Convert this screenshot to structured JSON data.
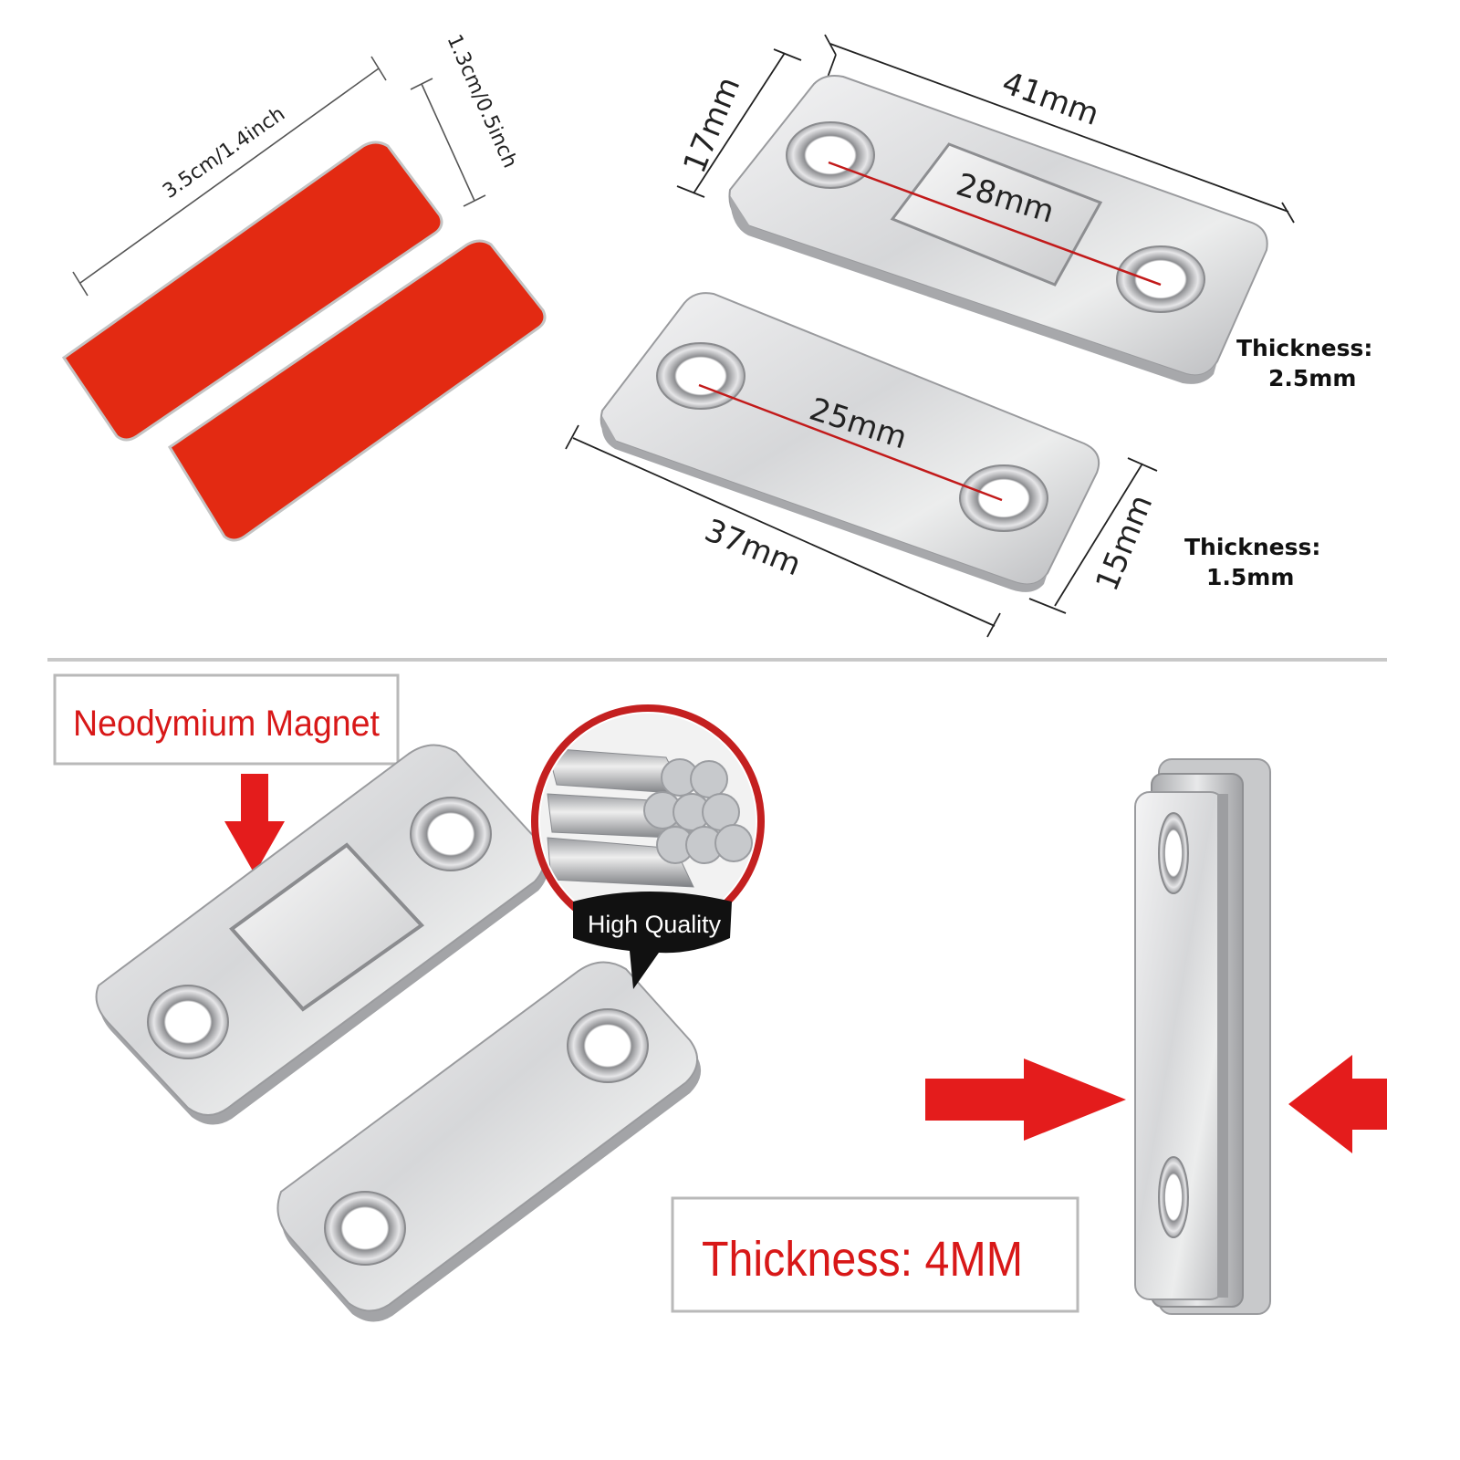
{
  "top_left": {
    "tape_length_label": "3.5cm/1.4inch",
    "tape_width_label": "1.3cm/0.5inch"
  },
  "top_right": {
    "magnet_plate": {
      "length_label": "41mm",
      "width_label": "17mm",
      "hole_spacing_label": "28mm",
      "thickness_title": "Thickness:",
      "thickness_value": "2.5mm"
    },
    "iron_plate": {
      "length_label": "37mm",
      "width_label": "15mm",
      "hole_spacing_label": "25mm",
      "thickness_title": "Thickness:",
      "thickness_value": "1.5mm"
    }
  },
  "bottom": {
    "magnet_label": "Neodymium Magnet",
    "quality_label": "High Quality",
    "total_thickness_label": "Thickness: 4MM"
  },
  "colors": {
    "tape_red": "#e32a12",
    "arrow_red": "#e41c1c",
    "label_red": "#d81818",
    "steel": "#d9dadc",
    "divider": "#c8c8c8"
  }
}
